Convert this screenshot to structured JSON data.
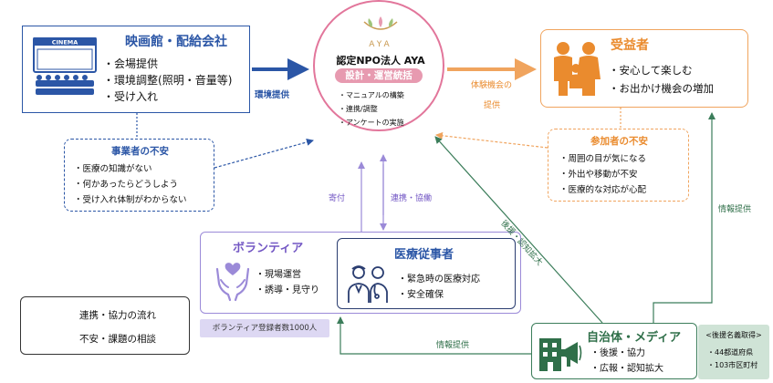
{
  "cinema": {
    "title": "映画館・配給会社",
    "sign": "CINEMA",
    "items": [
      "会場提供",
      "環境調整(照明・音量等)",
      "受け入れ"
    ]
  },
  "aya": {
    "logo": "AYA",
    "name": "認定NPO法人 AYA",
    "badge": "設計・運営統括",
    "items": [
      "マニュアルの構築",
      "連携/調整",
      "アンケートの実施"
    ]
  },
  "beneficiaries": {
    "title": "受益者",
    "items": [
      "安心して楽しむ",
      "お出かけ機会の増加"
    ]
  },
  "business_concerns": {
    "title": "事業者の不安",
    "items": [
      "医療の知識がない",
      "何かあったらどうしよう",
      "受け入れ体制がわからない"
    ]
  },
  "participant_concerns": {
    "title": "参加者の不安",
    "items": [
      "周囲の目が気になる",
      "外出や移動が不安",
      "医療的な対応が心配"
    ]
  },
  "volunteer": {
    "title": "ボランティア",
    "items": [
      "現場運営",
      "誘導・見守り"
    ],
    "count": "ボランティア登録者数1000人"
  },
  "medical": {
    "title": "医療従事者",
    "items": [
      "緊急時の医療対応",
      "安全確保"
    ]
  },
  "government": {
    "title": "自治体・メディア",
    "items": [
      "後援・協力",
      "広報・認知拡大"
    ]
  },
  "support_names": {
    "title": "<後援名義取得>",
    "items": [
      "44都道府県",
      "103市区町村"
    ]
  },
  "labels": {
    "env_provision": "環境提供",
    "experience_1": "体験機会の",
    "experience_2": "提供",
    "donation": "寄付",
    "cooperation": "連携・協働",
    "backing": "後援・認知拡大",
    "info_right": "情報提供",
    "info_bottom": "情報提供"
  },
  "legend": {
    "solid": "連携・協力の流れ",
    "dotted": "不安・課題の相談"
  },
  "colors": {
    "blue": "#2b56a6",
    "pink": "#e2769b",
    "orange": "#f0a45e",
    "purple": "#9b8ad8",
    "green": "#3b7d5a"
  }
}
